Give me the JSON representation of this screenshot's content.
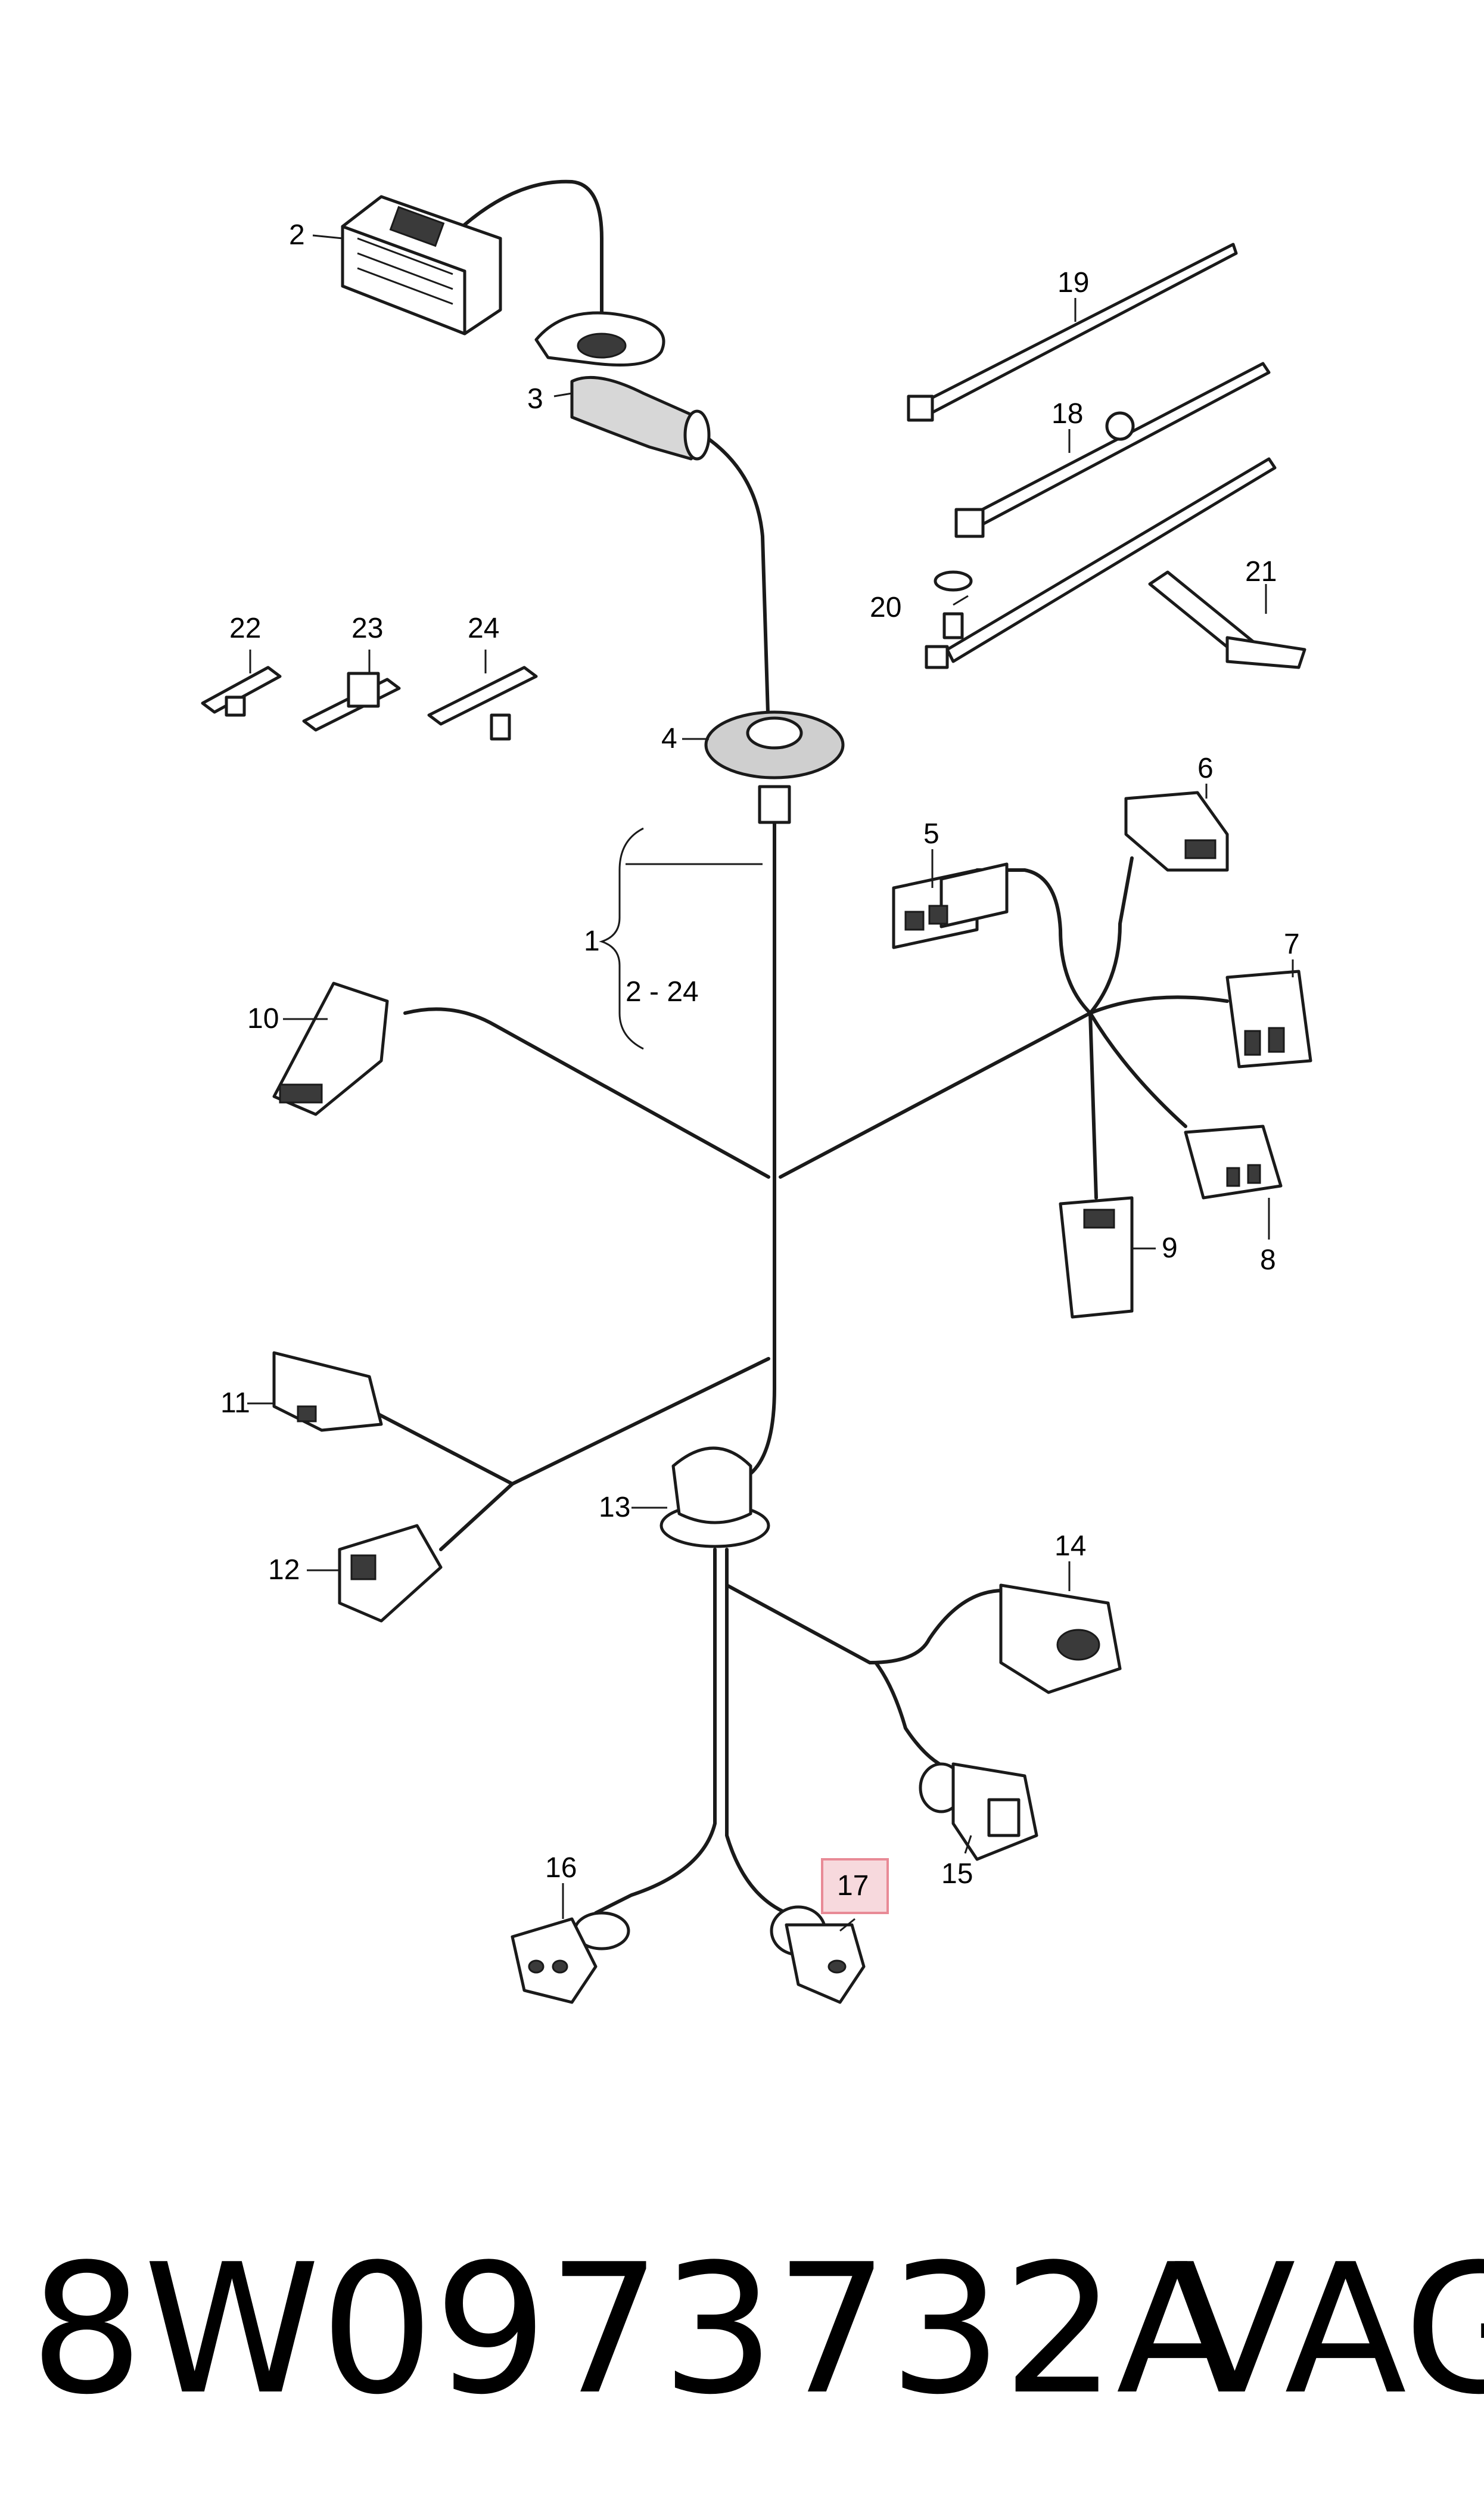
{
  "callouts": {
    "c1": "1",
    "c2": "2",
    "c3": "3",
    "c4": "4",
    "c5": "5",
    "c6": "6",
    "c7": "7",
    "c8": "8",
    "c9": "9",
    "c10": "10",
    "c11": "11",
    "c12": "12",
    "c13": "13",
    "c14": "14",
    "c15": "15",
    "c16": "16",
    "c17": "17",
    "c18": "18",
    "c19": "19",
    "c20": "20",
    "c21": "21",
    "c22": "22",
    "c23": "23",
    "c24": "24"
  },
  "range_label": "2 - 24",
  "highlighted_callout": "17",
  "footer": {
    "part_number": "8W0973732A",
    "brand": "VAG"
  }
}
